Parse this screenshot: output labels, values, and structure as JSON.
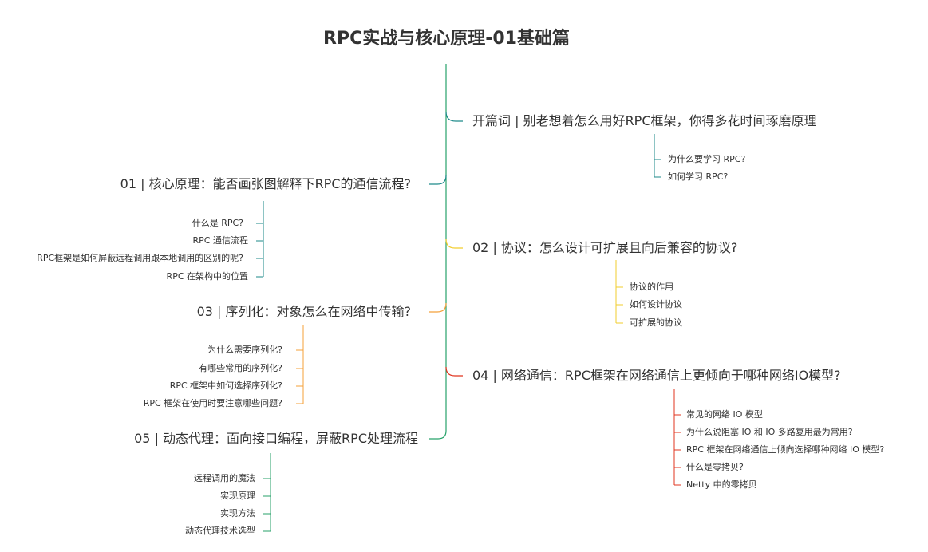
{
  "title": "RPC实战与核心原理-01基础篇",
  "colors": {
    "trunk": "#27a26a",
    "teal": "#1d8a8a",
    "yellow": "#f2cd2e",
    "red": "#e0341f",
    "orange": "#f4a03a",
    "green": "#27a26a"
  },
  "branches": {
    "b0": {
      "label": "开篇词 | 别老想着怎么用好RPC框架，你得多花时间琢磨原理",
      "children": [
        "为什么要学习 RPC?",
        "如何学习 RPC?"
      ]
    },
    "b1": {
      "label": "01 | 核心原理：能否画张图解释下RPC的通信流程?",
      "children": [
        "什么是 RPC?",
        "RPC 通信流程",
        "RPC框架是如何屏蔽远程调用跟本地调用的区别的呢?",
        "RPC 在架构中的位置"
      ]
    },
    "b2": {
      "label": "02 | 协议：怎么设计可扩展且向后兼容的协议?",
      "children": [
        "协议的作用",
        "如何设计协议",
        "可扩展的协议"
      ]
    },
    "b3": {
      "label": "03 | 序列化：对象怎么在网络中传输?",
      "children": [
        "为什么需要序列化?",
        "有哪些常用的序列化?",
        "RPC 框架中如何选择序列化?",
        "RPC 框架在使用时要注意哪些问题?"
      ]
    },
    "b4": {
      "label": "04 | 网络通信：RPC框架在网络通信上更倾向于哪种网络IO模型?",
      "children": [
        "常见的网络 IO 模型",
        "为什么说阻塞 IO 和 IO 多路复用最为常用?",
        "RPC 框架在网络通信上倾向选择哪种网络 IO 模型?",
        "什么是零拷贝?",
        "Netty 中的零拷贝"
      ]
    },
    "b5": {
      "label": "05 | 动态代理：面向接口编程，屏蔽RPC处理流程",
      "children": [
        "远程调用的魔法",
        "实现原理",
        "实现方法",
        "动态代理技术选型"
      ]
    }
  }
}
